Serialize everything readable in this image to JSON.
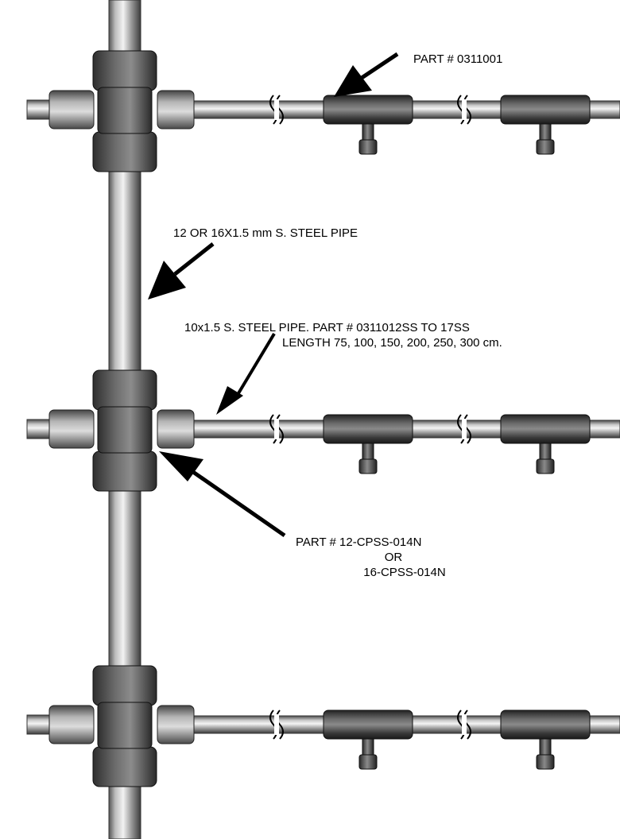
{
  "labels": {
    "nozzle_part": "PART #   0311001",
    "main_pipe": "12 OR 16X1.5 mm S. STEEL PIPE",
    "branch_pipe_line1": "10x1.5  S. STEEL PIPE. PART # 0311012SS TO 17SS",
    "branch_pipe_line2": "LENGTH 75, 100, 150, 200, 250, 300 cm.",
    "cross_part_line1": "PART #  12-CPSS-014N",
    "cross_part_line2": "OR",
    "cross_part_line3": "16-CPSS-014N"
  },
  "colors": {
    "steel_light": "#d8d8d8",
    "steel_mid": "#9a9a9a",
    "steel_dark": "#3a3a3a",
    "nut_dark": "#4a4a4a",
    "arrow": "#000000"
  },
  "icons": {
    "arrow": "arrow-icon",
    "pipe_break": "pipe-break-icon"
  }
}
